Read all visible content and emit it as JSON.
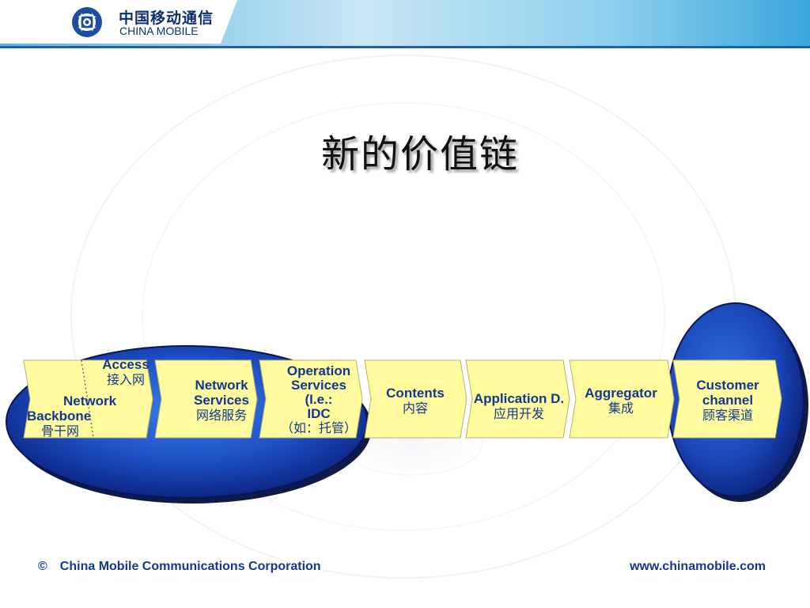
{
  "header": {
    "logo_cn": "中国移动通信",
    "logo_en": "CHINA MOBILE"
  },
  "slide": {
    "title": "新的价值链"
  },
  "chain": {
    "backbone": {
      "en": "Network Backbone",
      "cn": "骨干网"
    },
    "access": {
      "en": "Access",
      "cn": "接入网"
    },
    "network_services": {
      "en1": "Network",
      "en2": "Services",
      "cn": "网络服务"
    },
    "operation_services": {
      "en1": "Operation",
      "en2": "Services",
      "en3": "(I.e.:",
      "en4": "IDC",
      "cn": "（如：托管）"
    },
    "contents": {
      "en": "Contents",
      "cn": "内容"
    },
    "application": {
      "en": "Application D.",
      "cn": "应用开发"
    },
    "aggregator": {
      "en": "Aggregator",
      "cn": "集成"
    },
    "customer": {
      "en1": "Customer",
      "en2": "channel",
      "cn": "顾客渠道"
    }
  },
  "colors": {
    "arrow_fill": "#fffb9e",
    "oval_dark": "#0a1f7a",
    "oval_light": "#2f6fdc",
    "text_blue": "#12388f"
  },
  "footer": {
    "copyright": "©",
    "company": "China Mobile Communications Corporation",
    "website": "www.chinamobile.com"
  }
}
